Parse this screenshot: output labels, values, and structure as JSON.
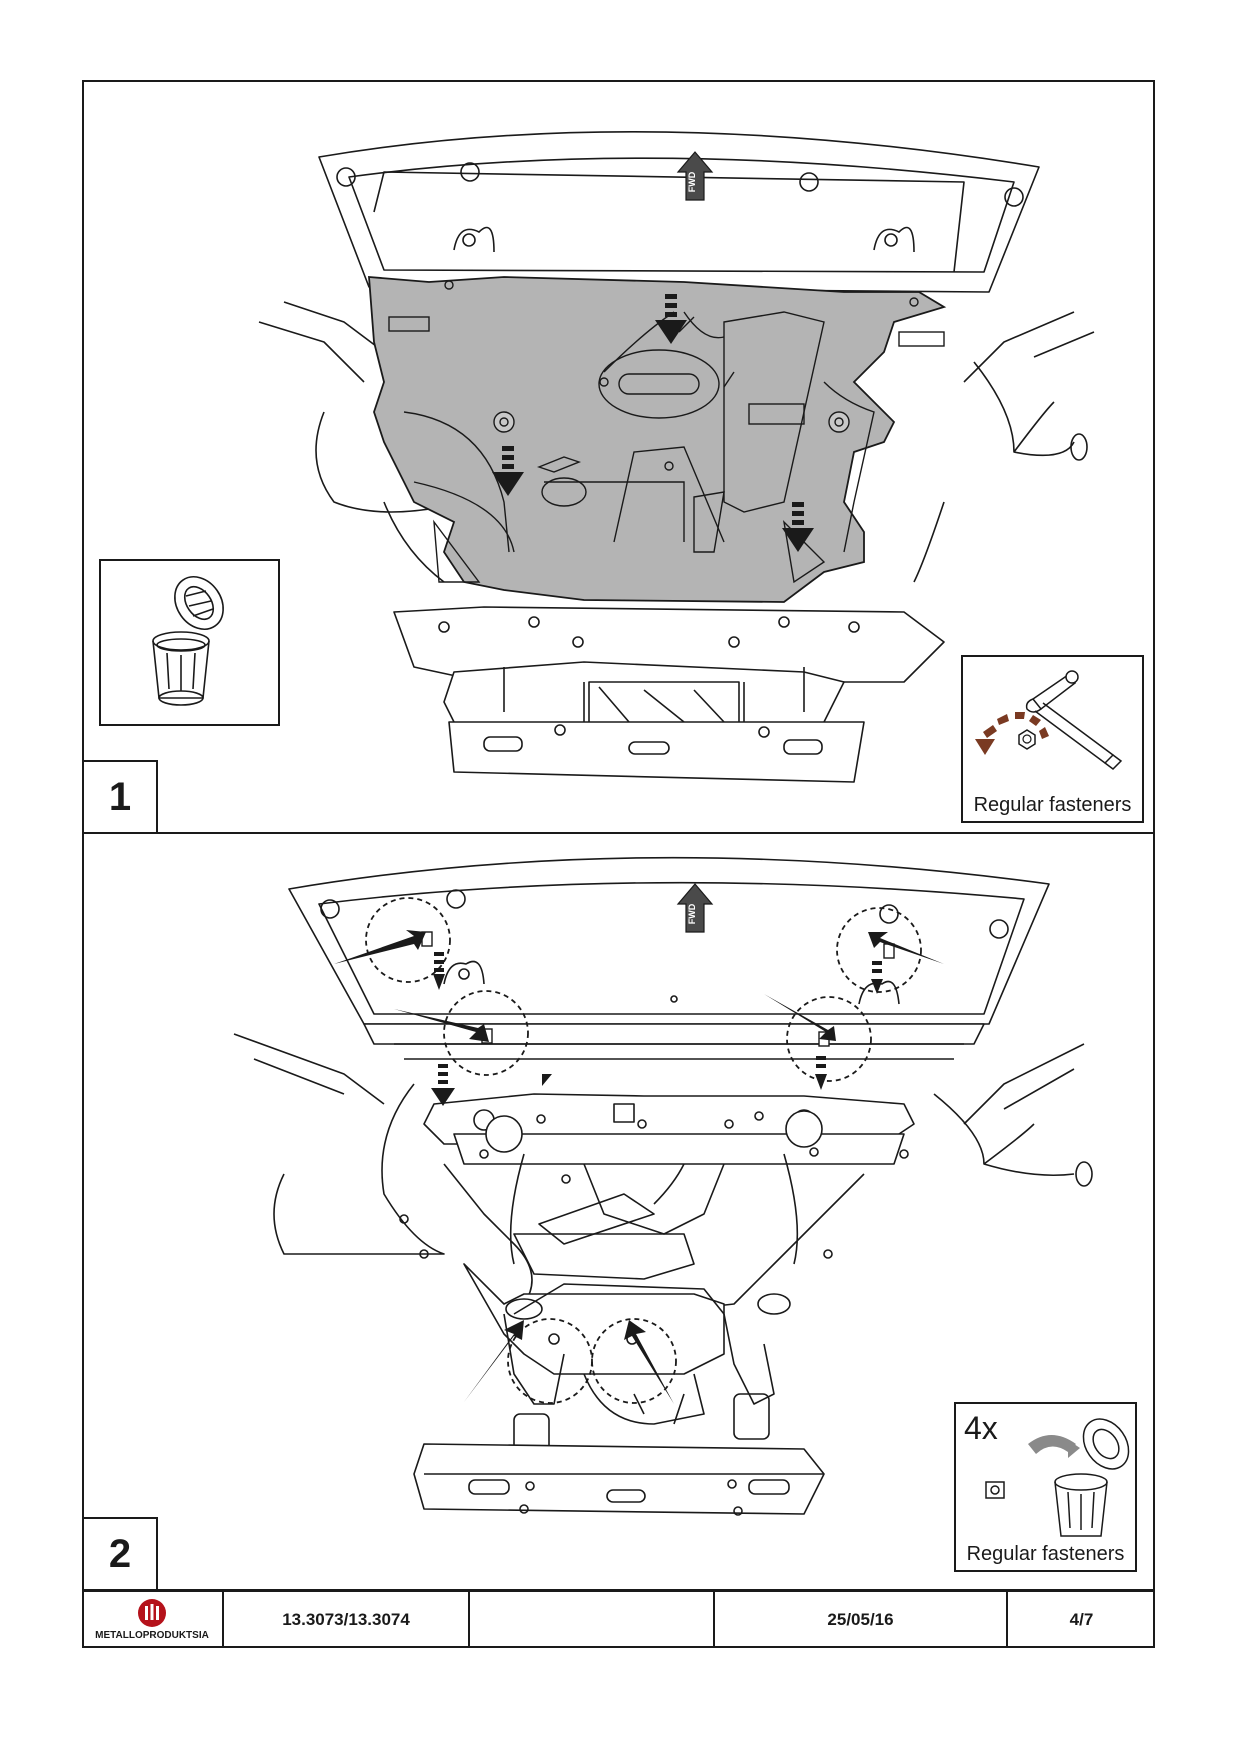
{
  "steps": [
    {
      "number": "1",
      "inset": {
        "label": "Regular fasteners"
      }
    },
    {
      "number": "2",
      "inset": {
        "quantity": "4x",
        "label": "Regular fasteners"
      }
    }
  ],
  "direction_marker": "FWD",
  "footer": {
    "brand": "METALLOPRODUKTSIA",
    "part_number": "13.3073/13.3074",
    "blank": "",
    "date": "25/05/16",
    "page": "4/7"
  },
  "colors": {
    "line": "#1a1a1a",
    "plate_fill": "#b4b4b4",
    "arrow": "#1a1a1a",
    "brown_accent": "#7a3a22",
    "logo_red": "#b5121b"
  },
  "icons": [
    "trash-can-icon",
    "socket-wrench-icon",
    "clip-nut-icon",
    "fwd-arrow-icon"
  ]
}
